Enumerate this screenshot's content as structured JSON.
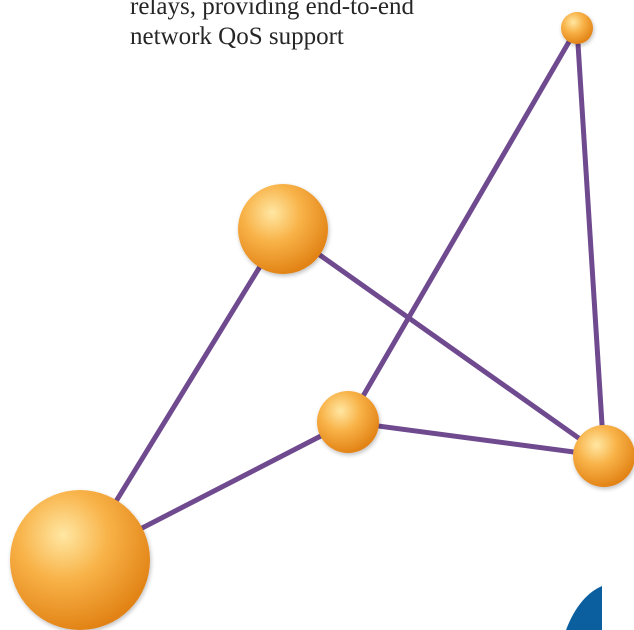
{
  "caption": {
    "line1": "relays, providing end-to-end",
    "line2": "network QoS support"
  },
  "colors": {
    "link": "#6f4a8f",
    "node_light": "#ffe7a3",
    "node_mid": "#f8b247",
    "node_dark": "#e07f12",
    "corner_accent": "#0c5f9e"
  },
  "network": {
    "nodes": [
      {
        "name": "top-right-node"
      },
      {
        "name": "upper-left-node"
      },
      {
        "name": "center-node"
      },
      {
        "name": "right-node"
      },
      {
        "name": "bottom-left-node"
      }
    ],
    "links": [
      [
        "bottom-left-node",
        "upper-left-node"
      ],
      [
        "bottom-left-node",
        "center-node"
      ],
      [
        "upper-left-node",
        "right-node"
      ],
      [
        "center-node",
        "top-right-node"
      ],
      [
        "center-node",
        "right-node"
      ],
      [
        "top-right-node",
        "right-node"
      ]
    ]
  }
}
